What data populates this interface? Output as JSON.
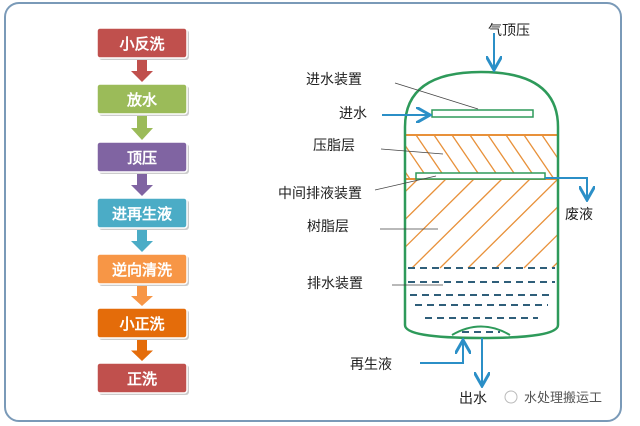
{
  "steps": [
    {
      "label": "小反洗",
      "color": "#c0504d"
    },
    {
      "label": "放水",
      "color": "#9bbb59"
    },
    {
      "label": "顶压",
      "color": "#8064a2"
    },
    {
      "label": "进再生液",
      "color": "#4bacc6"
    },
    {
      "label": "逆向清洗",
      "color": "#f79646"
    },
    {
      "label": "小正洗",
      "color": "#e46c0a"
    },
    {
      "label": "正洗",
      "color": "#c0504d"
    }
  ],
  "vessel": {
    "air_top_pressure": "气顶压",
    "inlet_device": "进水装置",
    "inlet": "进水",
    "compaction_layer": "压脂层",
    "middle_drain_device": "中间排液装置",
    "resin_layer": "树脂层",
    "drain_device": "排水装置",
    "waste_liquid": "废液",
    "regenerant": "再生液",
    "outlet": "出水"
  },
  "watermark": "水处理搬运工",
  "colors": {
    "vessel": "#2e9a5a",
    "resin": "#e8913a",
    "flow": "#2b8fc7",
    "dash": "#2f5f7a",
    "frame": "#7a9ab8"
  }
}
